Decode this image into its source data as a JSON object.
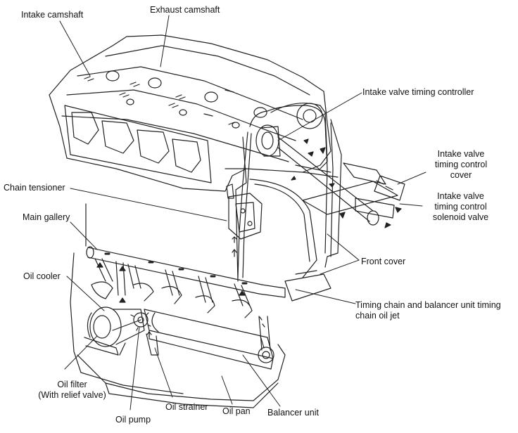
{
  "labels": {
    "intake_camshaft": "Intake camshaft",
    "exhaust_camshaft": "Exhaust camshaft",
    "intake_valve_timing_controller": "Intake valve timing controller",
    "cover_line1": "Intake valve",
    "cover_line2": "timing control",
    "cover_line3": "cover",
    "solenoid_line1": "Intake valve",
    "solenoid_line2": "timing control",
    "solenoid_line3": "solenoid valve",
    "chain_tensioner": "Chain tensioner",
    "main_gallery": "Main gallery",
    "front_cover": "Front cover",
    "oil_cooler": "Oil cooler",
    "oil_jet_line1": "Timing chain and balancer unit timing",
    "oil_jet_line2": "chain oil jet",
    "oil_filter_line1": "Oil filter",
    "oil_filter_line2": "(With relief valve)",
    "oil_pump": "Oil pump",
    "oil_strainer": "Oil strainer",
    "oil_pan": "Oil pan",
    "balancer_unit": "Balancer unit"
  },
  "colors": {
    "line": "#222222",
    "background": "#ffffff"
  }
}
